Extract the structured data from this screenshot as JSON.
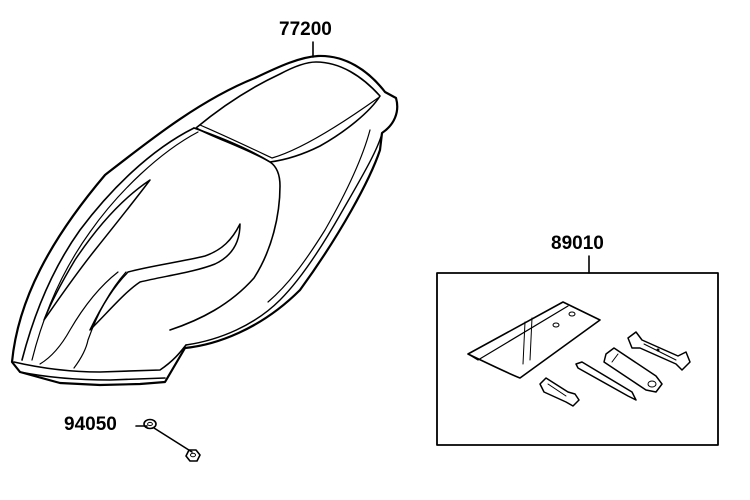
{
  "parts": {
    "seat": {
      "number": "77200",
      "icon": "seat-icon"
    },
    "tool_kit": {
      "number": "89010",
      "icon": "tool-kit-icon"
    },
    "nut": {
      "number": "94050",
      "icon": "nut-icon"
    }
  },
  "colors": {
    "line": "#000000",
    "background": "#ffffff",
    "shade": "#cfcfcf"
  }
}
